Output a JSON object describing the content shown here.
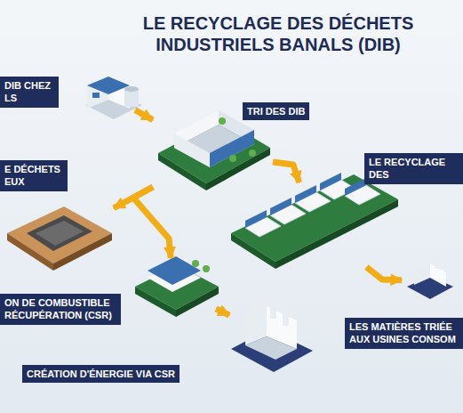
{
  "diagram": {
    "title": "LE RECYCLAGE DES DÉCHETS INDUSTRIELS BANALS (DIB)",
    "nodes": [
      {
        "text": [
          "DIB CHEZ LS"
        ]
      },
      {
        "text": [
          "TRI DES DIB"
        ]
      },
      {
        "text": [
          "E DÉCHETS EUX"
        ]
      },
      {
        "text": [
          "LE RECYCLAGE DES"
        ]
      },
      {
        "text": [
          "ON DE COMBUSTIBLE RÉCUPÉRATION (CSR)"
        ]
      },
      {
        "text": [
          "CRÉATION D'ÉNERGIE VIA CSR"
        ]
      },
      {
        "text": [
          "LES MATIÈRES TRIÉE AUX USINES CONSOM"
        ]
      }
    ],
    "edges": [
      {
        "from": 0,
        "to": 1,
        "arrow": "to"
      },
      {
        "from": 1,
        "to": 2,
        "arrow": "to"
      },
      {
        "from": 1,
        "to": 4,
        "arrow": "to"
      },
      {
        "from": 1,
        "to": 3,
        "arrow": "to"
      },
      {
        "from": 3,
        "to": 6,
        "arrow": "to"
      },
      {
        "from": 4,
        "to": 5,
        "arrow": "to"
      }
    ]
  }
}
